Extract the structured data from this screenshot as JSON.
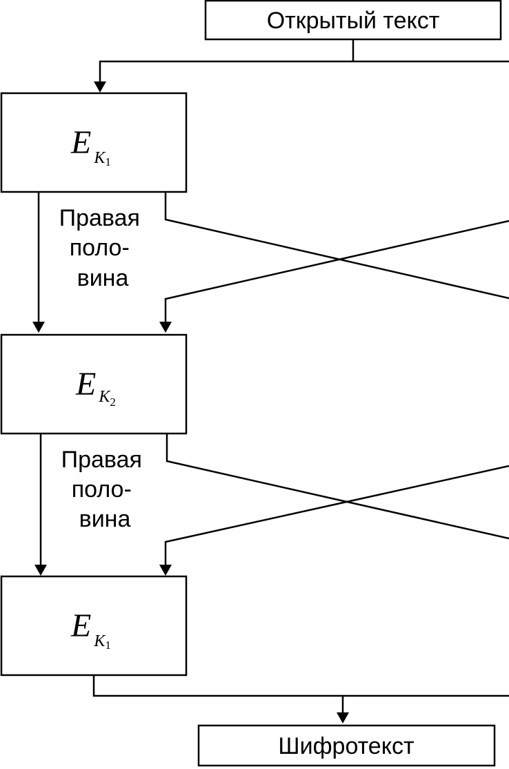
{
  "input": {
    "label": "Открытый текст"
  },
  "output": {
    "label": "Шифротекст"
  },
  "stages": [
    {
      "symbol": "E",
      "key": "K",
      "index": "1"
    },
    {
      "symbol": "E",
      "key": "K",
      "index": "2"
    },
    {
      "symbol": "E",
      "key": "K",
      "index": "1"
    }
  ],
  "transitions": [
    {
      "line1": "Правая",
      "line2": "поло-",
      "line3": "вина"
    },
    {
      "line1": "Правая",
      "line2": "поло-",
      "line3": "вина"
    }
  ]
}
